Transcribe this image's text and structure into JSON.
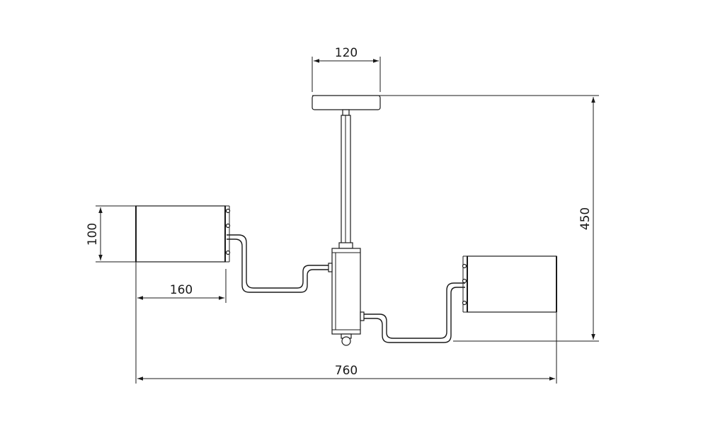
{
  "dimensions": {
    "canopy_width": "120",
    "total_height": "450",
    "shade_height": "100",
    "shade_width": "160",
    "total_width": "760"
  },
  "colors": {
    "line": "#1a1a1a",
    "background": "#ffffff"
  }
}
